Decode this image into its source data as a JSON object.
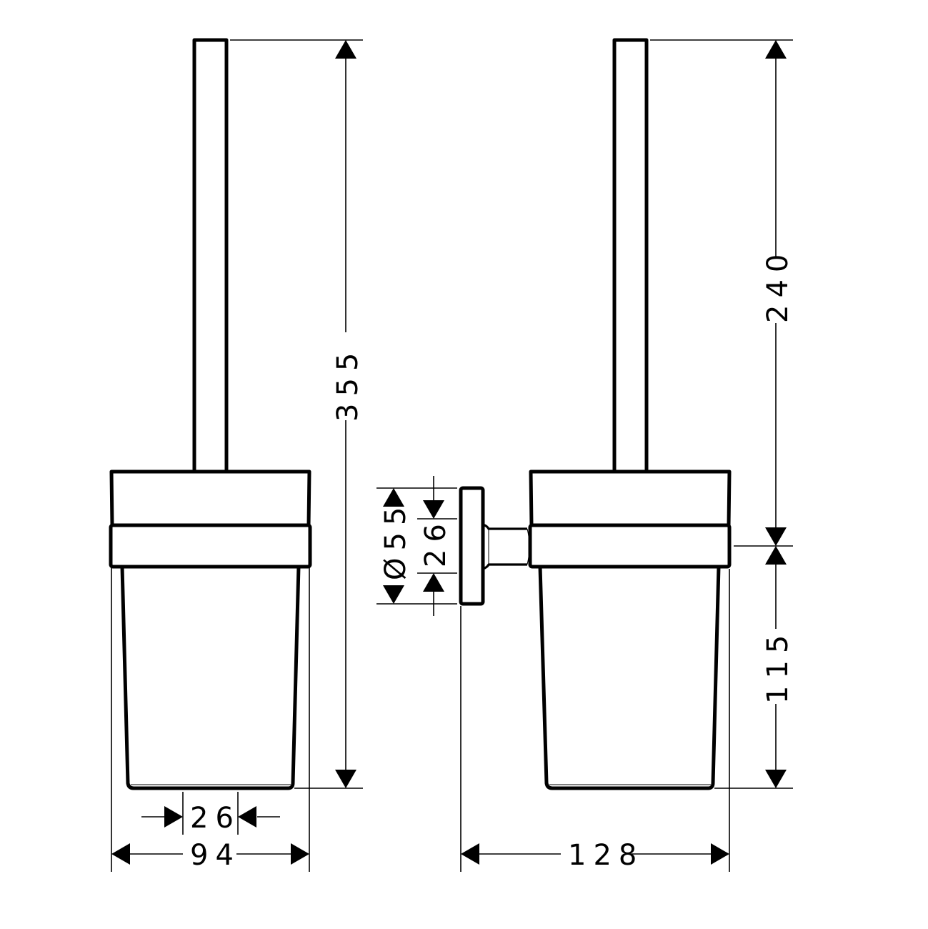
{
  "drawing": {
    "type": "technical-dimension-drawing",
    "subject": "toilet brush holder, wall mounted",
    "unit": "mm",
    "colors": {
      "line": "#000000",
      "background": "#ffffff"
    }
  },
  "front_view": {
    "dimensions": {
      "overall_height": "355",
      "handle_width": "26",
      "overall_width": "94"
    }
  },
  "side_view": {
    "dimensions": {
      "brush_above_mount": "240",
      "mount_to_bottom": "115",
      "rosette_diameter": "Ø55",
      "rosette_diameter_symbol": "Ø",
      "rosette_diameter_value": "55",
      "arm_height": "26",
      "wall_projection": "128"
    }
  }
}
